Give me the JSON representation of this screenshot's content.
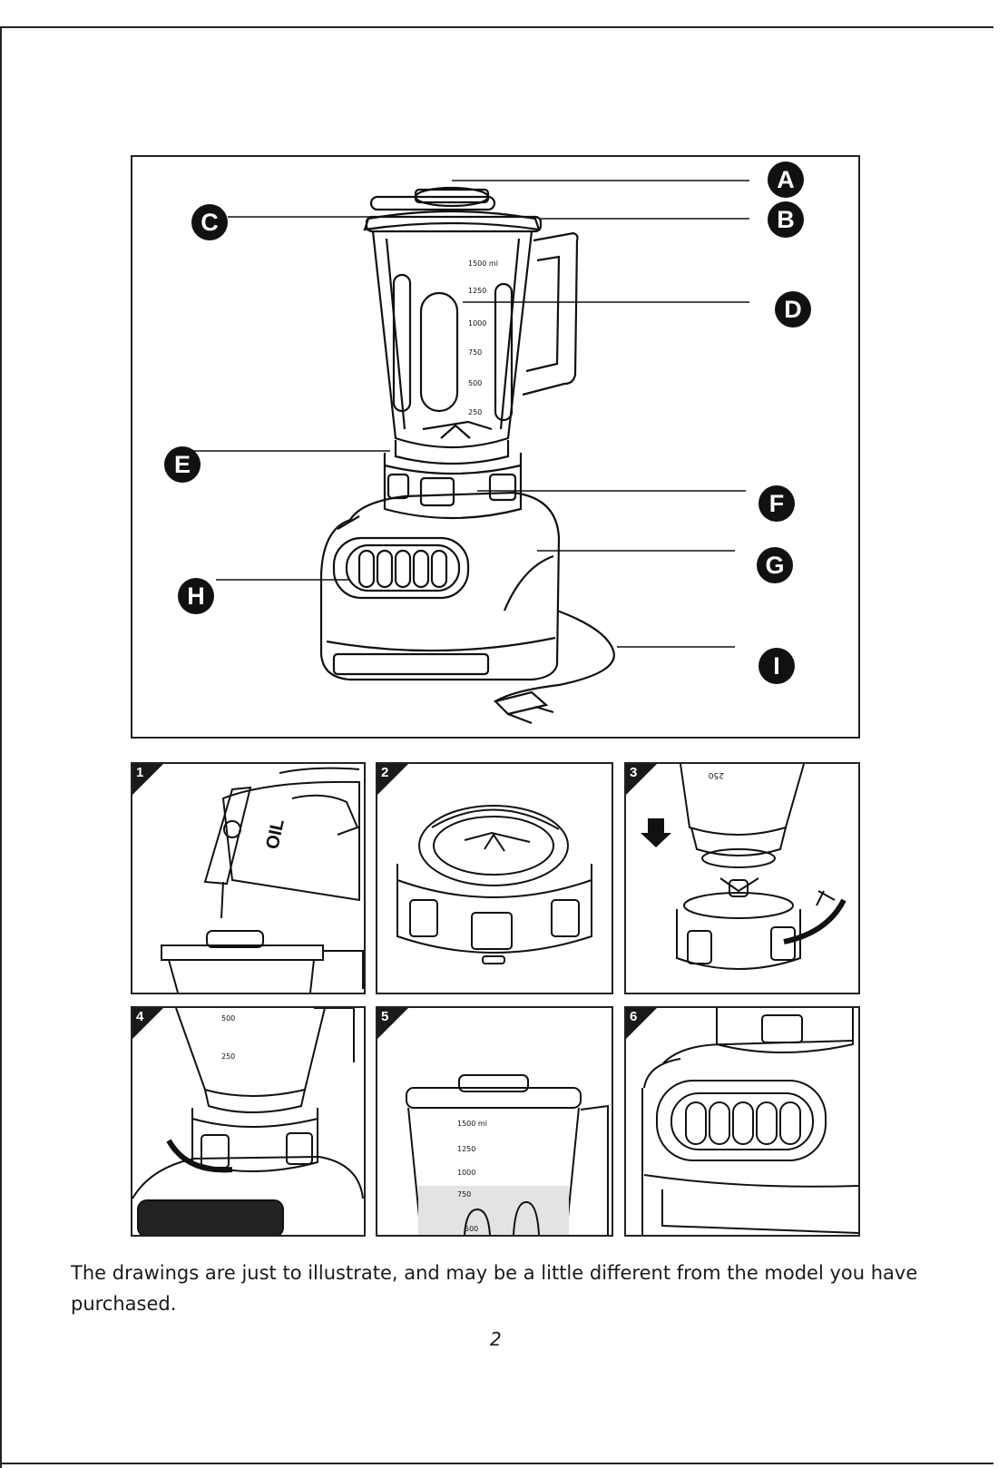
{
  "callouts": {
    "a": "A",
    "b": "B",
    "c": "C",
    "d": "D",
    "e": "E",
    "f": "F",
    "g": "G",
    "h": "H",
    "i": "I"
  },
  "jar_marks": [
    "1500 ml",
    "1250",
    "1000",
    "750",
    "500",
    "250"
  ],
  "steps": [
    {
      "number": "1",
      "label": "OIL"
    },
    {
      "number": "2"
    },
    {
      "number": "3",
      "label": "250"
    },
    {
      "number": "4",
      "marks": [
        "500",
        "250"
      ]
    },
    {
      "number": "5",
      "marks": [
        "1500 ml",
        "1250",
        "1000",
        "750",
        "500"
      ]
    },
    {
      "number": "6"
    }
  ],
  "caption": "The drawings are just to illustrate, and may be a little different from the model you have purchased.",
  "page_number": "2"
}
